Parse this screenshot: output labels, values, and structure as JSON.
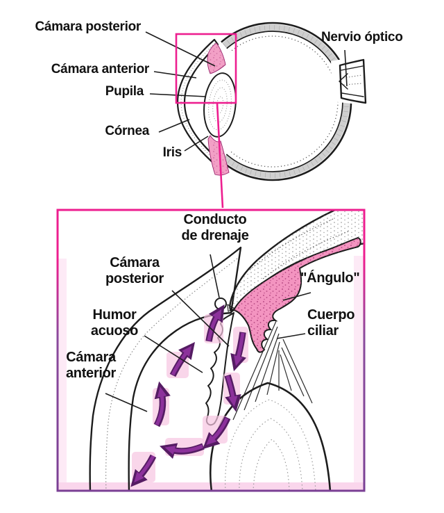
{
  "figure": {
    "description": "Anatomical diagram of the human eye (Spanish) with a magnified inset of the anterior segment showing aqueous humor flow",
    "overview_labels": {
      "camara_posterior": "Cámara posterior",
      "camara_anterior": "Cámara anterior",
      "pupila": "Pupila",
      "cornea": "Córnea",
      "iris": "Iris",
      "nervio_optico": "Nervio óptico"
    },
    "detail_labels": {
      "conducto_drenaje": "Conducto\nde drenaje",
      "camara_posterior": "Cámara\nposterior",
      "humor_acuoso": "Humor\nacuoso",
      "camara_anterior": "Cámara\nanterior",
      "angulo": "\"Ángulo\"",
      "cuerpo_ciliar": "Cuerpo\nciliar"
    }
  },
  "colors": {
    "magenta": "#ed1e8f",
    "panel_purple": "#7a3f94",
    "arrow_fill": "#8c319b",
    "arrow_outline": "#551c63",
    "tissue_pink": "#f394c0",
    "tissue_pink_light": "#f2a0c6",
    "halo_pink": "#f7c4e1",
    "pale_pink": "#fdeaf6",
    "sclera_gray": "#c9c9c9",
    "cornea_gray": "#e9e9e9",
    "lens_gray": "#ececec",
    "ink": "#1c1c1c",
    "text": "#111111"
  }
}
